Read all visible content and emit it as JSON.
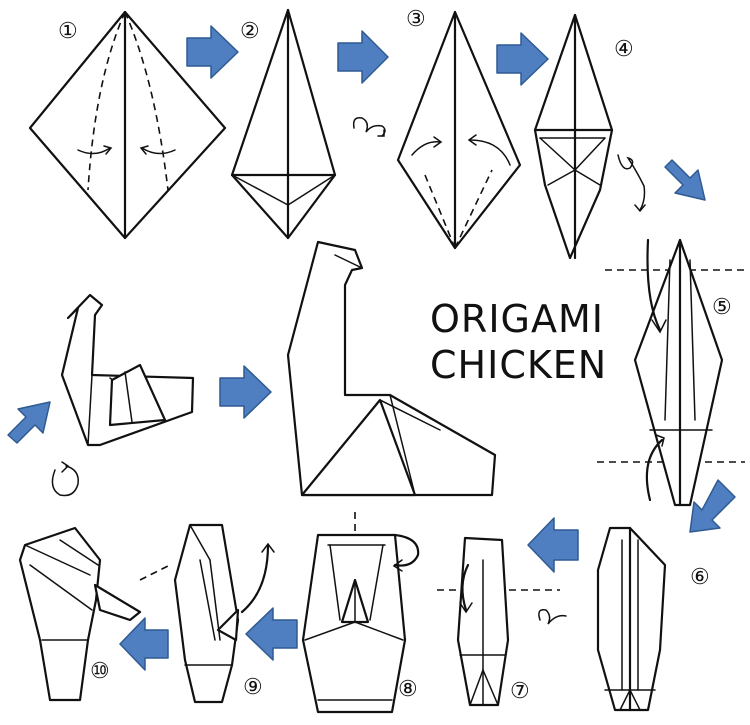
{
  "title": {
    "line1": "ORIGAMI",
    "line2": "CHICKEN"
  },
  "steps": [
    {
      "number": "①"
    },
    {
      "number": "②"
    },
    {
      "number": "③"
    },
    {
      "number": "④"
    },
    {
      "number": "⑤"
    },
    {
      "number": "⑥"
    },
    {
      "number": "⑦"
    },
    {
      "number": "⑧"
    },
    {
      "number": "⑨"
    },
    {
      "number": "⑩"
    }
  ],
  "colors": {
    "arrow": "#4f7fc0",
    "line": "#111111",
    "background": "#ffffff"
  }
}
